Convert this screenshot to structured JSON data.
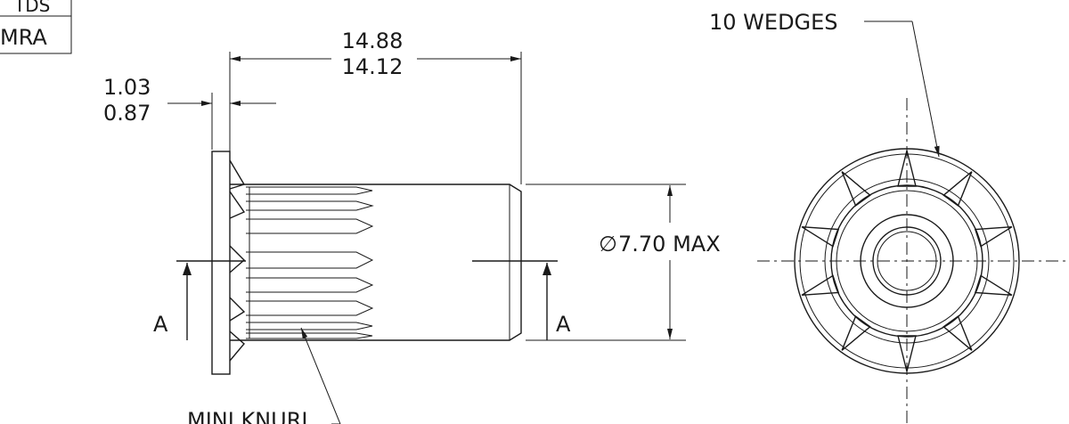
{
  "title_block": {
    "row1": "TDS",
    "row2": "MRA"
  },
  "dimensions": {
    "overall_length_max": "14.88",
    "overall_length_min": "14.12",
    "flange_thickness_max": "1.03",
    "flange_thickness_min": "0.87",
    "diameter": "7.70 MAX",
    "diameter_symbol": "∅"
  },
  "annotations": {
    "wedges": "10 WEDGES",
    "knurl_callout": "MINI KNURL"
  },
  "section": {
    "left_label": "A",
    "right_label": "A"
  },
  "colors": {
    "line": "#1a1a1a",
    "background": "#ffffff"
  }
}
